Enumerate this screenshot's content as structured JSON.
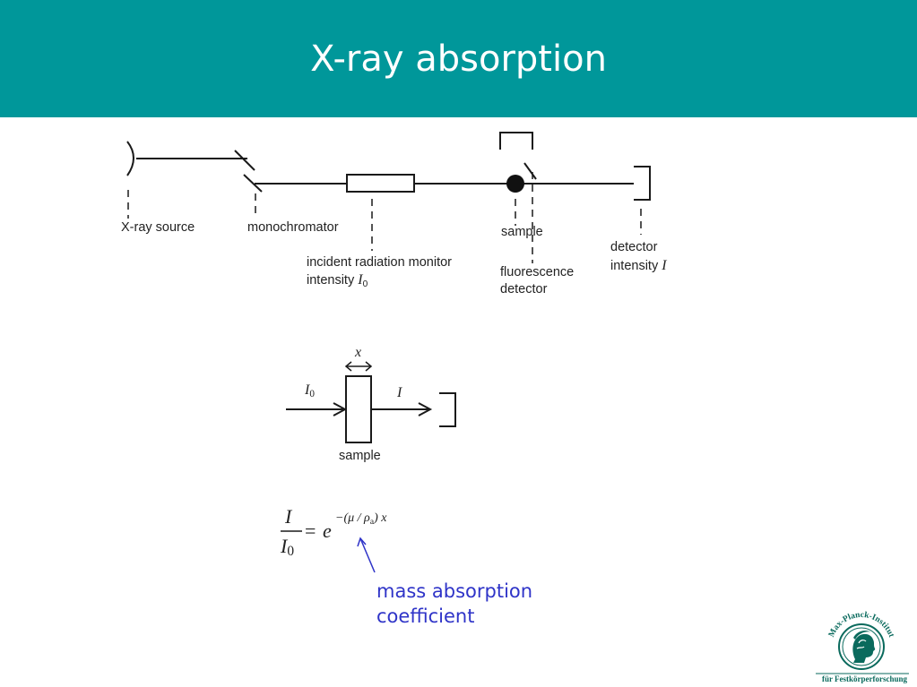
{
  "slide": {
    "title": "X-ray absorption"
  },
  "setup": {
    "source_label": "X-ray source",
    "monochromator_label": "monochromator",
    "monitor_label": "incident radiation monitor",
    "monitor_intensity_prefix": "intensity",
    "monitor_intensity_symbol": "I",
    "monitor_intensity_subscript": "0",
    "sample_label": "sample",
    "fluorescence_label_line1": "fluorescence",
    "fluorescence_label_line2": "detector",
    "detector_label": "detector",
    "detector_intensity_prefix": "intensity",
    "detector_intensity_symbol": "I"
  },
  "transmission": {
    "incident_symbol": "I",
    "incident_subscript": "0",
    "transmitted_symbol": "I",
    "thickness_symbol": "x",
    "sample_label": "sample"
  },
  "formula": {
    "numerator": "I",
    "denominator_symbol": "I",
    "denominator_subscript": "0",
    "equals": "=",
    "base": "e",
    "exponent": "−(μ / ρ",
    "exponent_subscript": "a",
    "exponent_tail": ") x"
  },
  "annotation": {
    "line1": "mass absorption",
    "line2": "coefficient",
    "color": "#2f34c8"
  },
  "footer": {
    "logo_arc_text": "Max-Planck-Institut",
    "institute_text": "für Festkörperforschung",
    "logo_color": "#0a6a5d"
  },
  "theme": {
    "header_color": "#00979a"
  }
}
